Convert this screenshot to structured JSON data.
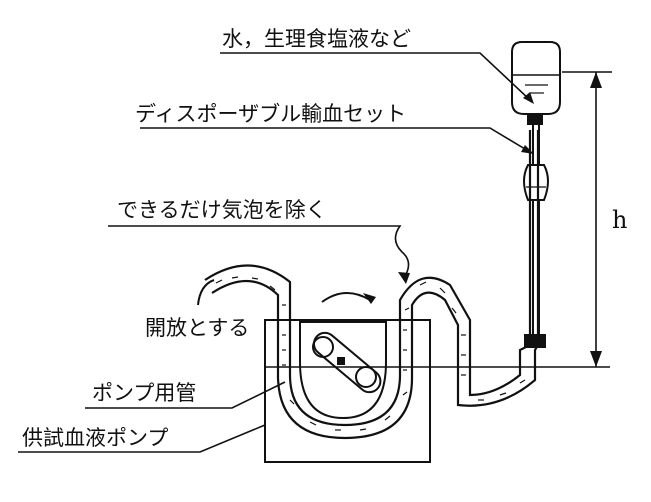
{
  "labels": {
    "fluid": "水，生理食塩液など",
    "transfusion_set": "ディスポーザブル輸血セット",
    "remove_bubbles": "できるだけ気泡を除く",
    "open": "開放とする",
    "pump_tube": "ポンプ用管",
    "test_pump": "供試血液ポンプ",
    "height": "h"
  },
  "colors": {
    "ink": "#111111",
    "background": "#ffffff"
  }
}
